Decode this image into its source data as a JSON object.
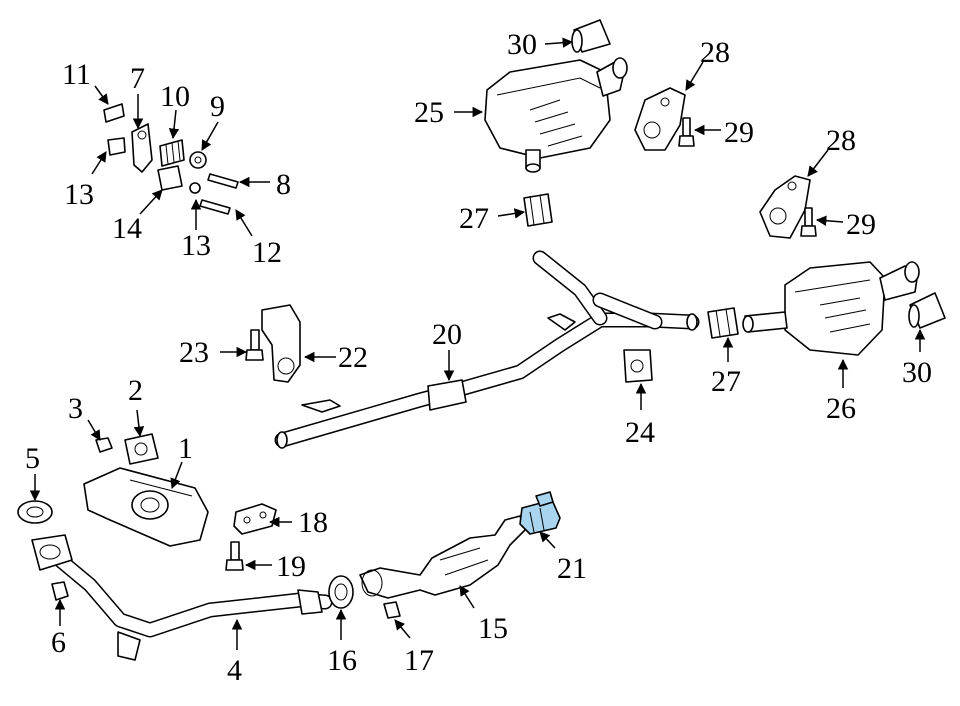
{
  "diagram": {
    "callouts": [
      "1",
      "2",
      "3",
      "4",
      "5",
      "6",
      "7",
      "8",
      "9",
      "10",
      "11",
      "12",
      "13",
      "13",
      "14",
      "15",
      "16",
      "17",
      "18",
      "19",
      "20",
      "21",
      "22",
      "23",
      "24",
      "25",
      "26",
      "27",
      "27",
      "28",
      "28",
      "29",
      "29",
      "30",
      "30"
    ],
    "highlighted_part": "21",
    "colors": {
      "highlight": "#a8d4ef",
      "line": "#000000",
      "background": "#ffffff"
    }
  }
}
